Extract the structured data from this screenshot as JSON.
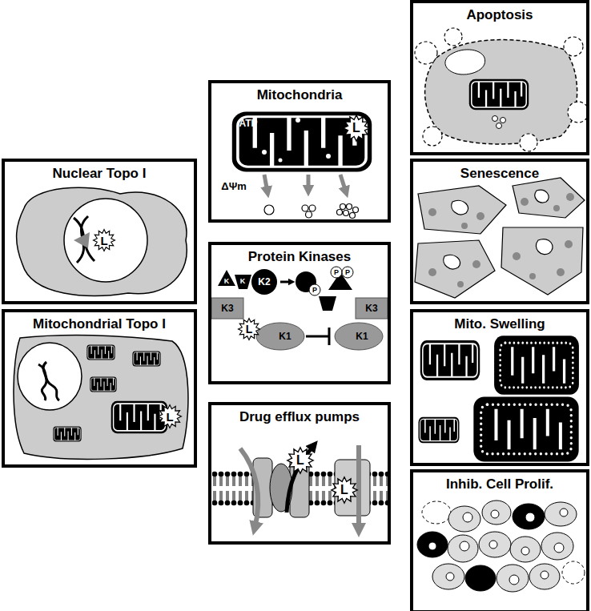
{
  "diagram": {
    "nodes": [
      {
        "text": [
          "Nuclear Topo I"
        ]
      },
      {
        "text": [
          "Mitochondrial Topo I"
        ]
      },
      {
        "text": [
          "Mitochondria"
        ]
      },
      {
        "text": [
          "Protein Kinases"
        ]
      },
      {
        "text": [
          "Drug efflux pumps"
        ]
      },
      {
        "text": [
          "Apoptosis"
        ]
      },
      {
        "text": [
          "Senescence"
        ]
      },
      {
        "text": [
          "Mito. Swelling"
        ]
      },
      {
        "text": [
          "Inhib. Cell Prolif."
        ]
      }
    ],
    "labels": [
      "L",
      "L",
      "ATP",
      "L",
      "ΔΨm",
      "K",
      "K",
      "K2",
      "P",
      "P",
      "P",
      "K3",
      "L",
      "K1",
      "K3",
      "K1",
      "L",
      "L"
    ]
  }
}
